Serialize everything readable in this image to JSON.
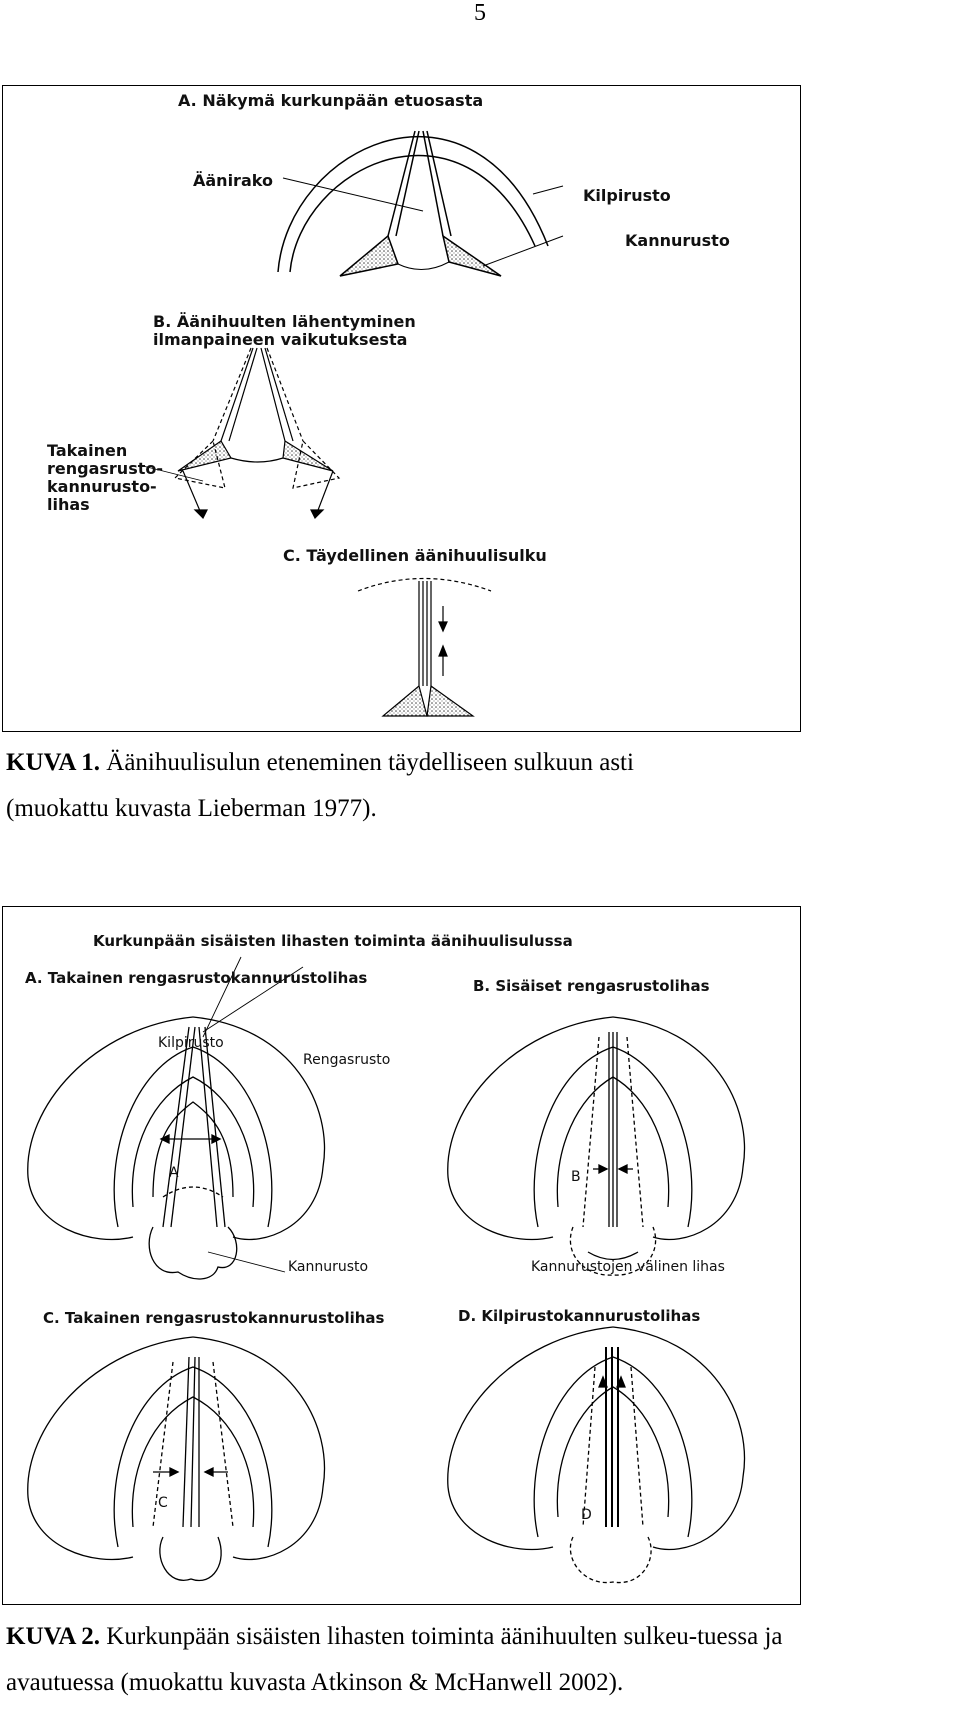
{
  "page_number": "5",
  "figure1": {
    "label_a": "A. Näkymä kurkunpään etuosasta",
    "label_aanirako": "Äänirako",
    "label_kilpirusto": "Kilpirusto",
    "label_kannurusto": "Kannurusto",
    "label_b_line1": "B. Äänihuulten lähentyminen",
    "label_b_line2": "ilmanpaineen vaikutuksesta",
    "label_takainen_1": "Takainen",
    "label_takainen_2": "rengasrusto-",
    "label_takainen_3": "kannurusto-",
    "label_takainen_4": "lihas",
    "label_c": "C. Täydellinen äänihuulisulku"
  },
  "caption1": {
    "number": "KUVA 1.",
    "text_line1": "Äänihuulisulun eteneminen täydelliseen sulkuun asti",
    "text_line2": "(muokattu kuvasta Lieberman 1977)."
  },
  "figure2": {
    "title": "Kurkunpään sisäisten lihasten toiminta äänihuulisulussa",
    "label_a": "A. Takainen rengasrustokannurustolihas",
    "label_b": "B. Sisäiset rengasrustolihas",
    "label_c": "C. Takainen rengasrustokannurustolihas",
    "label_d": "D. Kilpirustokannurustolihas",
    "label_kilpirusto": "Kilpirusto",
    "label_rengasrusto": "Rengasrusto",
    "label_kannurusto": "Kannurusto",
    "label_valinen": "Kannurustojen välinen lihas",
    "letter_a": "A",
    "letter_b": "B",
    "letter_c": "C",
    "letter_d": "D"
  },
  "caption2": {
    "number": "KUVA 2.",
    "text_line1": "Kurkunpään sisäisten lihasten toiminta äänihuulten sulkeu-tuessa ja",
    "text_line2": "avautuessa (muokattu kuvasta Atkinson & McHanwell 2002)."
  }
}
